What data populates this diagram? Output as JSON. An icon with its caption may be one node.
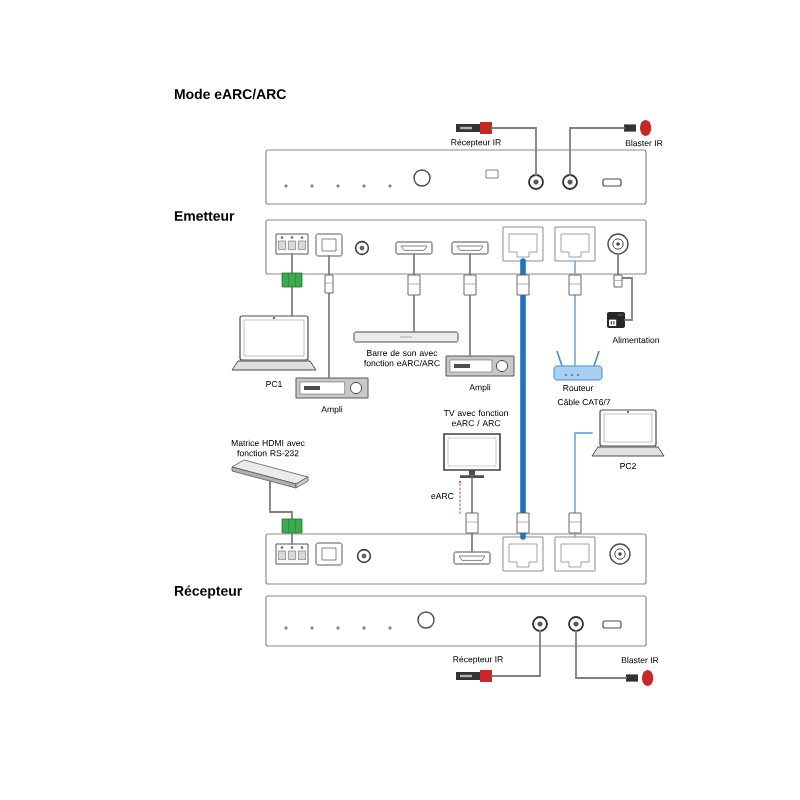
{
  "diagram": {
    "title": "Mode eARC/ARC",
    "nodes": [
      {
        "text": [],
        "shape": "picture",
        "beside": [
          "Récepteur IR"
        ]
      },
      {
        "text": [],
        "shape": "picture",
        "beside": [
          "Blaster IR"
        ]
      },
      {
        "text": [],
        "shape": "box"
      },
      {
        "text": [],
        "shape": "circle",
        "in": 2
      },
      {
        "text": [],
        "shape": "circle",
        "in": 2
      },
      {
        "text": [],
        "shape": "box"
      },
      {
        "text": [],
        "shape": "box",
        "in": 5
      },
      {
        "text": [],
        "shape": "box",
        "in": 5
      },
      {
        "text": [],
        "shape": "box",
        "in": 5
      },
      {
        "text": [],
        "shape": "box",
        "in": 5
      },
      {
        "text": [],
        "shape": "box",
        "in": 5
      },
      {
        "text": [],
        "shape": "box",
        "in": 5
      },
      {
        "text": [],
        "shape": "circle",
        "in": 5
      },
      {
        "text": [],
        "shape": "picture",
        "beside": [
          "PC1"
        ]
      },
      {
        "text": [],
        "shape": "picture",
        "beside": [
          "Barre de son avec fonction eARC/ARC"
        ]
      },
      {
        "text": [],
        "shape": "picture",
        "beside": [
          "Alimentation"
        ]
      },
      {
        "text": [],
        "shape": "picture",
        "beside": [
          "Ampli"
        ]
      },
      {
        "text": [],
        "shape": "picture",
        "beside": [
          "Ampli"
        ]
      },
      {
        "text": [],
        "shape": "picture",
        "beside": [
          "Routeur"
        ]
      },
      {
        "text": [],
        "shape": "picture",
        "beside": [
          "TV avec fonction eARC / ARC"
        ]
      },
      {
        "text": [],
        "shape": "picture",
        "beside": [
          "Matrice HDMI avec fonction RS-232"
        ]
      },
      {
        "text": [],
        "shape": "picture",
        "beside": [
          "PC2"
        ]
      },
      {
        "text": [],
        "shape": "box"
      },
      {
        "text": [],
        "shape": "box",
        "in": 22
      },
      {
        "text": [],
        "shape": "box",
        "in": 22
      },
      {
        "text": [],
        "shape": "box",
        "in": 22
      },
      {
        "text": [],
        "shape": "box",
        "in": 22
      },
      {
        "text": [],
        "shape": "box"
      },
      {
        "text": [],
        "shape": "circle",
        "in": 27
      },
      {
        "text": [],
        "shape": "circle",
        "in": 27
      },
      {
        "text": [],
        "shape": "picture",
        "beside": [
          "Récepteur IR"
        ]
      },
      {
        "text": [],
        "shape": "picture",
        "beside": [
          "Blaster IR"
        ]
      }
    ],
    "edges": [
      {
        "from": 0,
        "to": 3,
        "arrow": "none"
      },
      {
        "from": 1,
        "to": 4,
        "arrow": "none"
      },
      {
        "from": 6,
        "to": 13,
        "arrow": "none"
      },
      {
        "from": 7,
        "to": 16,
        "arrow": "none"
      },
      {
        "from": 8,
        "to": 14,
        "arrow": "none"
      },
      {
        "from": 9,
        "to": 17,
        "arrow": "none"
      },
      {
        "from": 10,
        "to": 25,
        "arrow": "none",
        "style": "thick",
        "color": "#1f75c0"
      },
      {
        "from": 11,
        "to": 18,
        "arrow": "none",
        "color": "#7fb2e0"
      },
      {
        "from": 12,
        "to": 15,
        "arrow": "none"
      },
      {
        "from": 19,
        "to": 24,
        "arrow": "none",
        "label": "eARC"
      },
      {
        "from": 20,
        "to": 23,
        "arrow": "none"
      },
      {
        "from": 21,
        "to": 26,
        "arrow": "none",
        "color": "#7fb2e0"
      },
      {
        "from": 28,
        "to": 30,
        "arrow": "none"
      },
      {
        "from": 29,
        "to": 31,
        "arrow": "none"
      }
    ],
    "labels": [
      "Emetteur",
      "Câble CAT6/7",
      "Récepteur"
    ]
  }
}
